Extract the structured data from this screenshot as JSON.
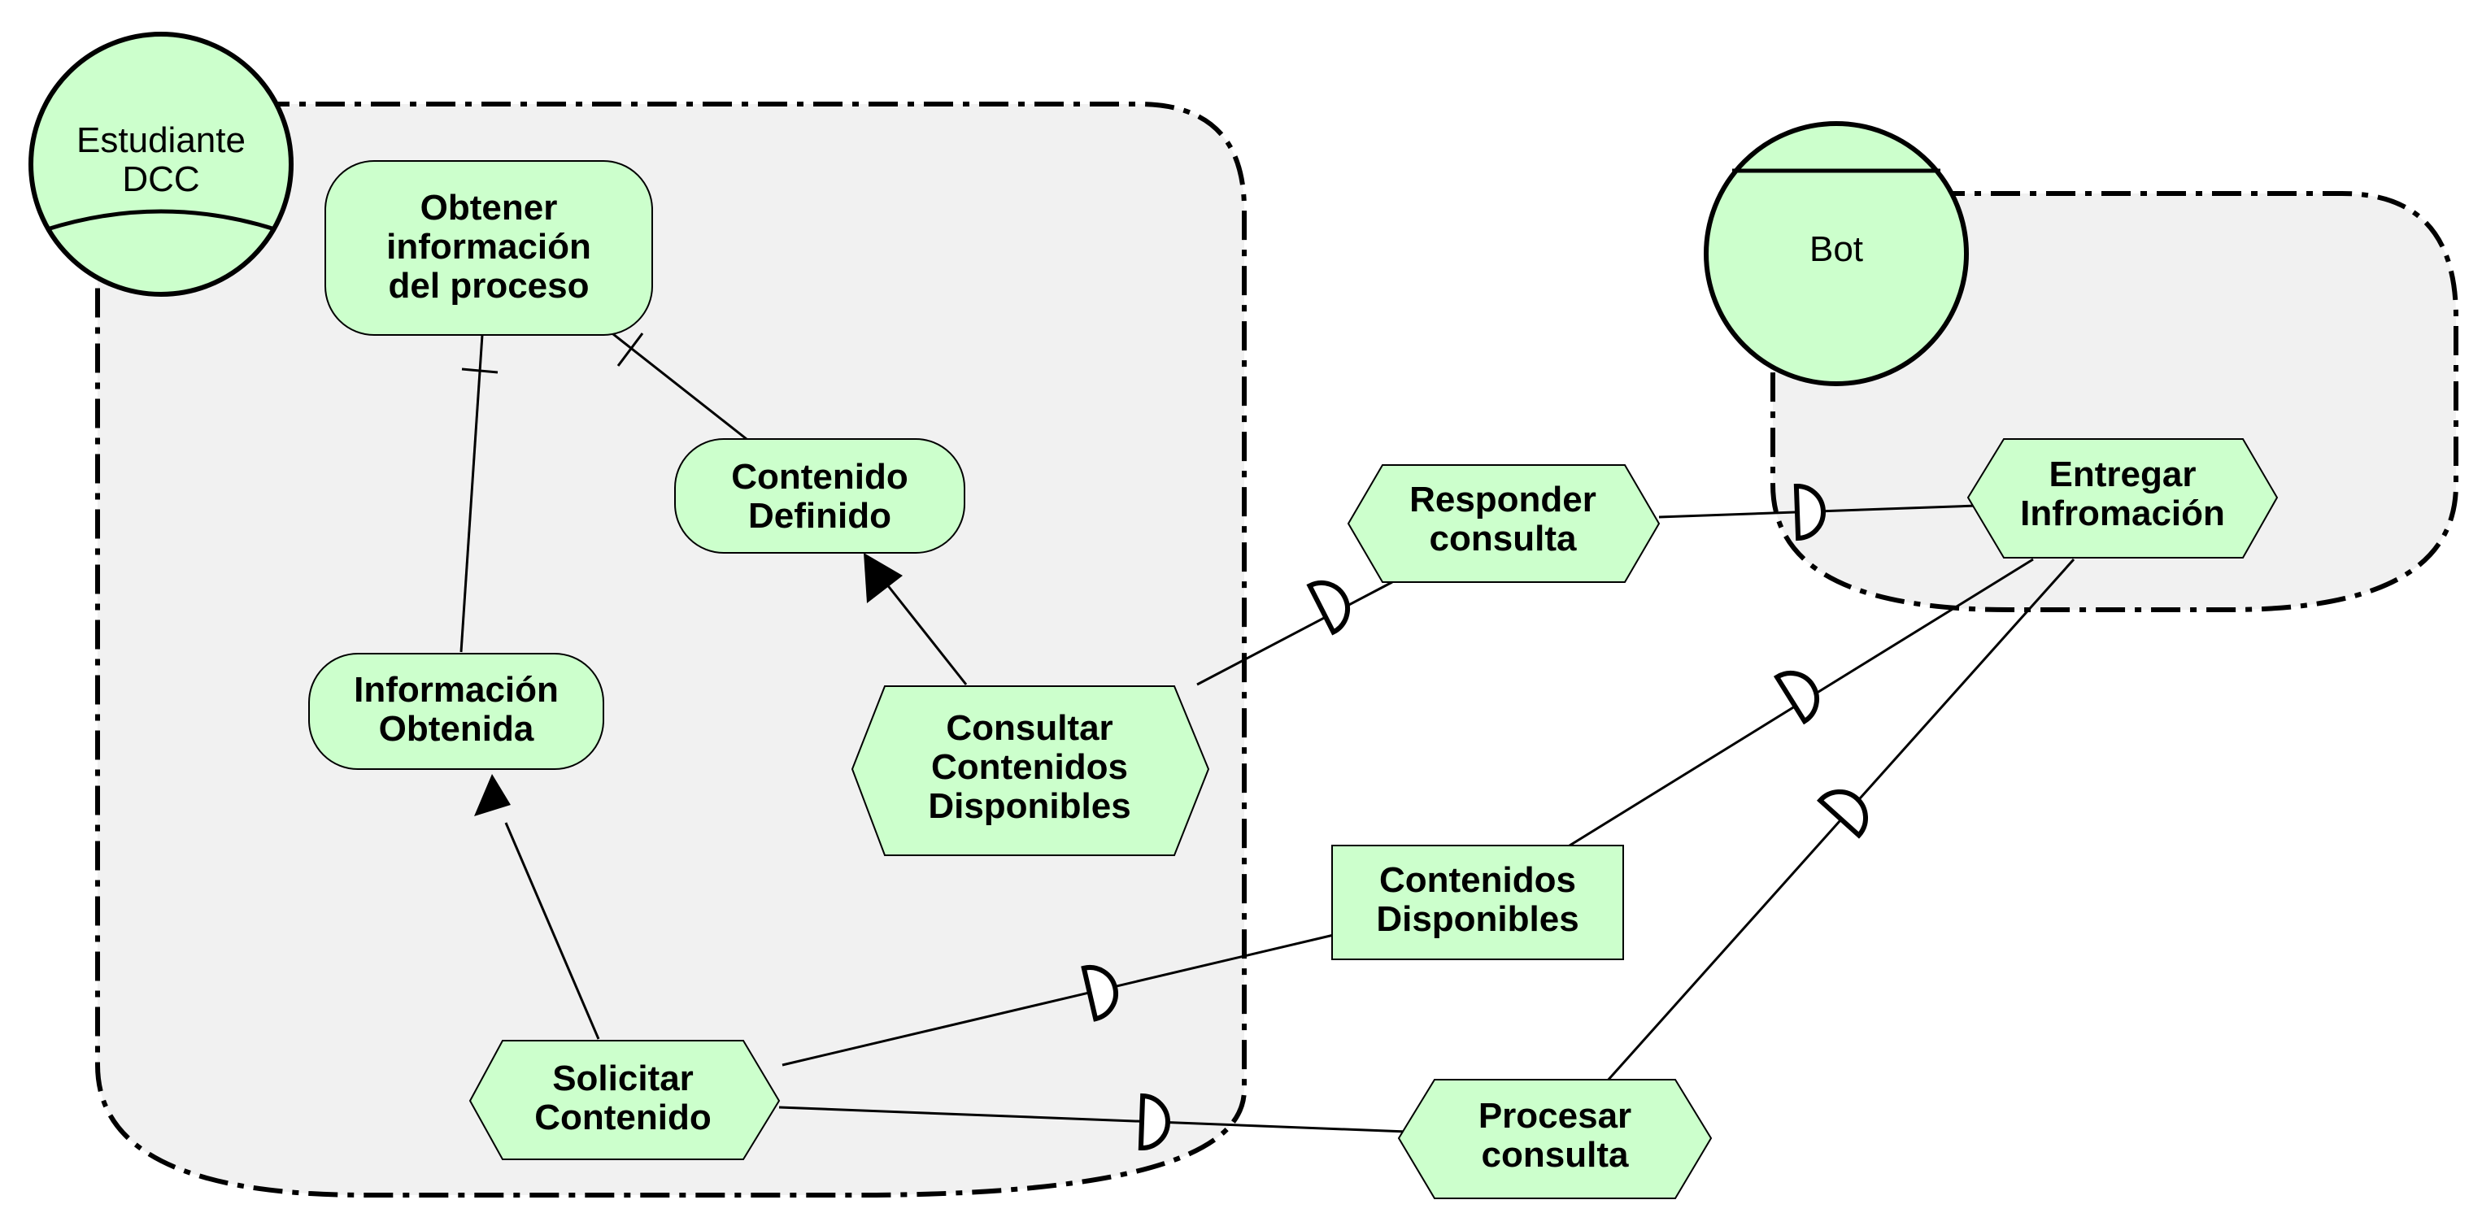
{
  "colors": {
    "node_fill": "#ccffcc",
    "boundary_fill": "#f1f1f1",
    "stroke": "#000000",
    "background": "#ffffff"
  },
  "actors": {
    "estudiante": {
      "label": [
        "Estudiante",
        "DCC"
      ],
      "kind": "role"
    },
    "bot": {
      "label": [
        "Bot"
      ],
      "kind": "agent"
    }
  },
  "elements": {
    "obtener_info": {
      "type": "goal",
      "label": [
        "Obtener",
        "información",
        "del proceso"
      ]
    },
    "contenido_definido": {
      "type": "goal",
      "label": [
        "Contenido",
        "Definido"
      ]
    },
    "informacion_obtenida": {
      "type": "goal",
      "label": [
        "Información",
        "Obtenida"
      ]
    },
    "consultar_contenidos": {
      "type": "task",
      "label": [
        "Consultar",
        "Contenidos",
        "Disponibles"
      ]
    },
    "solicitar_contenido": {
      "type": "task",
      "label": [
        "Solicitar",
        "Contenido"
      ]
    },
    "responder_consulta": {
      "type": "task",
      "label": [
        "Responder",
        "consulta"
      ]
    },
    "entregar_info": {
      "type": "task",
      "label": [
        "Entregar",
        "Infromación"
      ]
    },
    "procesar_consulta": {
      "type": "task",
      "label": [
        "Procesar",
        "consulta"
      ]
    },
    "contenidos_disponibles": {
      "type": "resource",
      "label": [
        "Contenidos",
        "Disponibles"
      ]
    }
  },
  "links": [
    {
      "from": "informacion_obtenida",
      "to": "obtener_info",
      "type": "refinement"
    },
    {
      "from": "contenido_definido",
      "to": "obtener_info",
      "type": "refinement"
    },
    {
      "from": "consultar_contenidos",
      "to": "contenido_definido",
      "type": "means-end"
    },
    {
      "from": "solicitar_contenido",
      "to": "informacion_obtenida",
      "type": "means-end"
    },
    {
      "from": "consultar_contenidos",
      "to": "responder_consulta",
      "type": "dependency"
    },
    {
      "from": "responder_consulta",
      "to": "entregar_info",
      "type": "dependency"
    },
    {
      "from": "solicitar_contenido",
      "to": "contenidos_disponibles",
      "type": "dependency"
    },
    {
      "from": "contenidos_disponibles",
      "to": "entregar_info",
      "type": "dependency"
    },
    {
      "from": "solicitar_contenido",
      "to": "procesar_consulta",
      "type": "dependency"
    },
    {
      "from": "procesar_consulta",
      "to": "entregar_info",
      "type": "dependency"
    }
  ]
}
